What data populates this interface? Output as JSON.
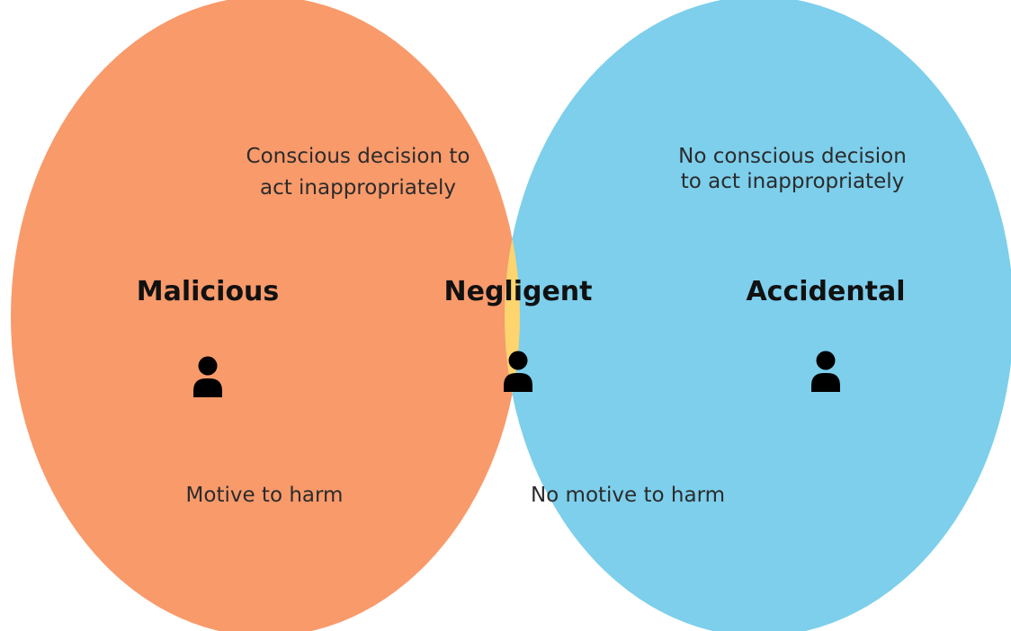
{
  "colors": {
    "left_circle": "#F99A6B",
    "right_circle": "#7DCFEC",
    "overlap": "#FDD46E",
    "icon": "#000000",
    "text": "#2b2b2b"
  },
  "left": {
    "description_line1": "Conscious decision to",
    "description_line2": "act inappropriately",
    "label": "Malicious",
    "icon": "person-icon",
    "bottom_text": "Motive to harm"
  },
  "center": {
    "label": "Negligent",
    "icon": "person-icon"
  },
  "right": {
    "description_line1": "No conscious decision",
    "description_line2": "to act inappropriately",
    "label": "Accidental",
    "icon": "person-icon"
  },
  "shared_bottom_text": "No motive to harm"
}
